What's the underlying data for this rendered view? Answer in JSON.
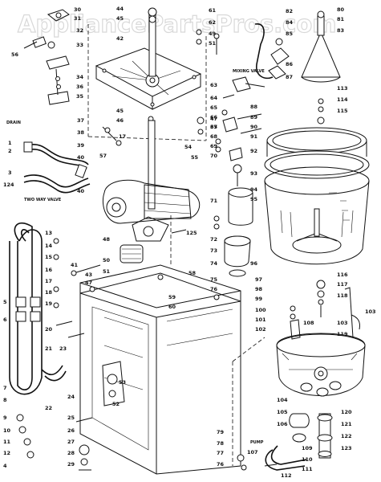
{
  "watermark": "AppliancePartsPros.com",
  "captions": {
    "drain": "DRAIN",
    "mixing_valve": "MIXING VALVE",
    "two_way_valve": "TWO WAY VALVE",
    "pump": "PUMP"
  },
  "callouts": {
    "c1": "1",
    "c2": "2",
    "c3": "3",
    "c4": "4",
    "c5": "5",
    "c6": "6",
    "c7": "7",
    "c8": "8",
    "c9": "9",
    "c10": "10",
    "c11": "11",
    "c12": "12",
    "c13": "13",
    "c14": "14",
    "c15": "15",
    "c16": "16",
    "c17": "17",
    "c18": "18",
    "c19": "19",
    "c20": "20",
    "c21": "21",
    "c22": "22",
    "c23": "23",
    "c24": "24",
    "c25": "25",
    "c26": "26",
    "c27": "27",
    "c28": "28",
    "c29": "29",
    "c30": "30",
    "c31": "31",
    "c32": "32",
    "c33": "33",
    "c34": "34",
    "c35": "35",
    "c36": "36",
    "c37": "37",
    "c38": "38",
    "c39": "39",
    "c40": "40",
    "c41": "41",
    "c42": "42",
    "c43": "43",
    "c44": "44",
    "c45": "45",
    "c46": "46",
    "c47": "47",
    "c48": "48",
    "c49": "49",
    "c50": "50",
    "c51": "51",
    "c52": "52",
    "c53": "53",
    "c54": "54",
    "c55": "55",
    "c56": "56",
    "c57": "57",
    "c58": "58",
    "c59": "59",
    "c60": "60",
    "c61": "61",
    "c62": "62",
    "c63": "63",
    "c64": "64",
    "c65": "65",
    "c66": "66",
    "c67": "67",
    "c68": "68",
    "c69": "69",
    "c70": "70",
    "c71": "71",
    "c72": "72",
    "c73": "73",
    "c74": "74",
    "c75": "75",
    "c76": "76",
    "c77": "77",
    "c78": "78",
    "c79": "79",
    "c80": "80",
    "c81": "81",
    "c82": "82",
    "c83": "83",
    "c84": "84",
    "c85": "85",
    "c86": "86",
    "c87": "87",
    "c88": "88",
    "c89": "89",
    "c90": "90",
    "c91": "91",
    "c92": "92",
    "c93": "93",
    "c94": "94",
    "c95": "95",
    "c96": "96",
    "c97": "97",
    "c98": "98",
    "c99": "99",
    "c100": "100",
    "c101": "101",
    "c102": "102",
    "c103": "103",
    "c104": "104",
    "c105": "105",
    "c106": "106",
    "c107": "107",
    "c108": "108",
    "c109": "109",
    "c110": "110",
    "c111": "111",
    "c112": "112",
    "c113": "113",
    "c114": "114",
    "c115": "115",
    "c116": "116",
    "c117": "117",
    "c118": "118",
    "c119": "119",
    "c120": "120",
    "c121": "121",
    "c122": "122",
    "c123": "123",
    "c124": "124",
    "c125": "125"
  }
}
